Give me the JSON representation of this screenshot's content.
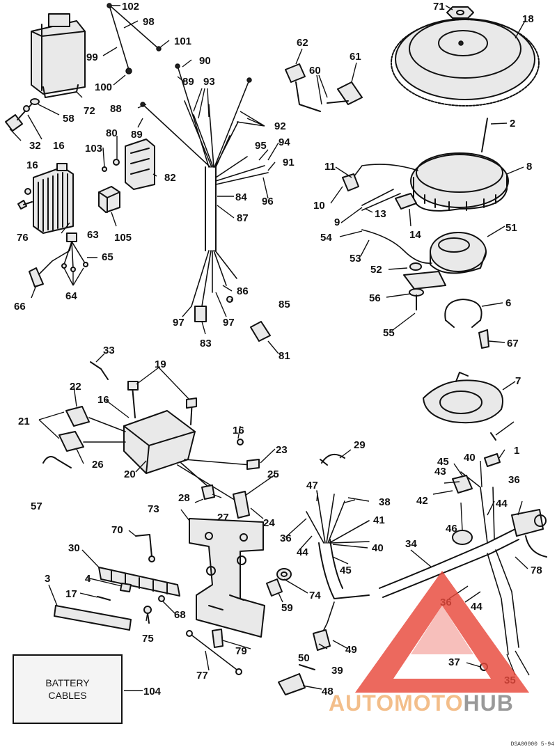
{
  "diagram": {
    "labels": {
      "n1": "1",
      "n2": "2",
      "n3": "3",
      "n4": "4",
      "n6": "6",
      "n7": "7",
      "n8": "8",
      "n9": "9",
      "n10": "10",
      "n11": "11",
      "n13": "13",
      "n14": "14",
      "n16a": "16",
      "n16b": "16",
      "n16c": "16",
      "n16d": "16",
      "n17": "17",
      "n18": "18",
      "n19": "19",
      "n20": "20",
      "n21": "21",
      "n22": "22",
      "n23": "23",
      "n24": "24",
      "n25": "25",
      "n26": "26",
      "n27": "27",
      "n28": "28",
      "n29": "29",
      "n30": "30",
      "n32": "32",
      "n33": "33",
      "n34": "34",
      "n35": "35",
      "n36a": "36",
      "n36b": "36",
      "n36c": "36",
      "n37": "37",
      "n38": "38",
      "n39": "39",
      "n40a": "40",
      "n40b": "40",
      "n41": "41",
      "n42": "42",
      "n43": "43",
      "n44a": "44",
      "n44b": "44",
      "n44c": "44",
      "n45a": "45",
      "n45b": "45",
      "n46": "46",
      "n47": "47",
      "n48": "48",
      "n49": "49",
      "n50": "50",
      "n51": "51",
      "n52": "52",
      "n53": "53",
      "n54": "54",
      "n55": "55",
      "n56": "56",
      "n57": "57",
      "n58": "58",
      "n59": "59",
      "n60": "60",
      "n61": "61",
      "n62": "62",
      "n63": "63",
      "n64": "64",
      "n65": "65",
      "n66": "66",
      "n67": "67",
      "n68": "68",
      "n70": "70",
      "n71": "71",
      "n72": "72",
      "n73": "73",
      "n74": "74",
      "n75": "75",
      "n76": "76",
      "n77": "77",
      "n78": "78",
      "n79": "79",
      "n80": "80",
      "n81": "81",
      "n82": "82",
      "n83": "83",
      "n84": "84",
      "n85": "85",
      "n86": "86",
      "n87": "87",
      "n88": "88",
      "n89a": "89",
      "n89b": "89",
      "n90": "90",
      "n91": "91",
      "n92": "92",
      "n93": "93",
      "n94": "94",
      "n95": "95",
      "n96": "96",
      "n97a": "97",
      "n97b": "97",
      "n98": "98",
      "n99": "99",
      "n100": "100",
      "n101": "101",
      "n102": "102",
      "n103": "103",
      "n104": "104",
      "n105": "105"
    },
    "battery_label": "BATTERY\nCABLES",
    "ref_code": "DSA00000 5-94",
    "watermark": {
      "part1": "AUTOMOTO",
      "part2": "HUB"
    },
    "colors": {
      "line": "#111111",
      "watermark_red": "#e8483b",
      "watermark_orange": "#f2b77e",
      "watermark_gray": "#888888"
    }
  }
}
